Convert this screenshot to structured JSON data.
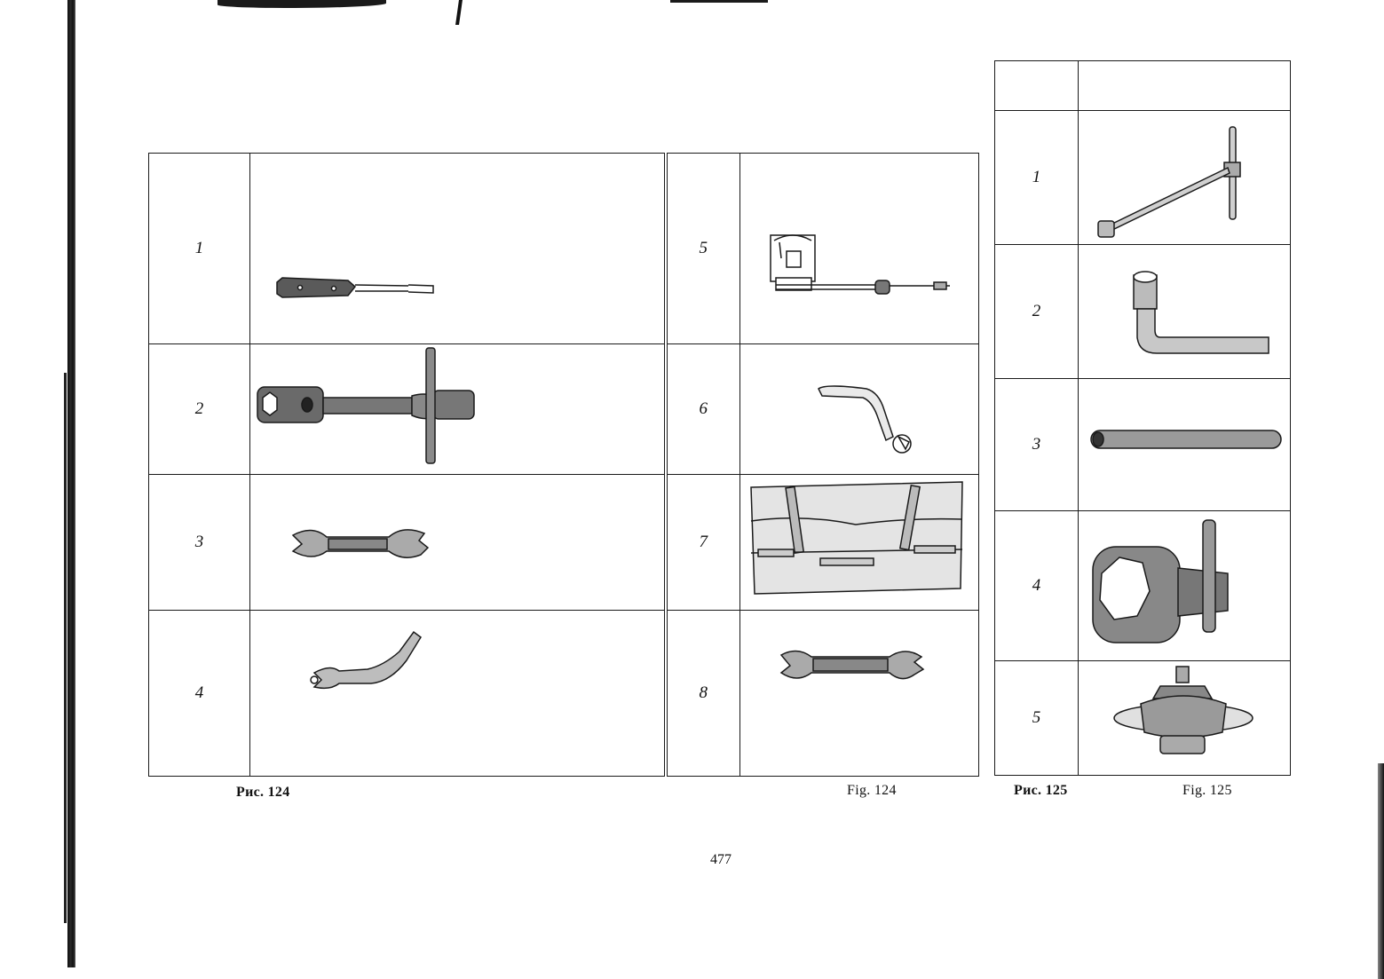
{
  "fig124": {
    "rows_left": [
      {
        "num": "1",
        "icon": "screwdriver-icon"
      },
      {
        "num": "2",
        "icon": "t-handle-socket-wrench-icon"
      },
      {
        "num": "3",
        "icon": "double-open-end-wrench-icon"
      },
      {
        "num": "4",
        "icon": "bent-open-end-wrench-icon"
      }
    ],
    "rows_right": [
      {
        "num": "5",
        "icon": "tire-pressure-gauge-icon"
      },
      {
        "num": "6",
        "icon": "cranked-spoke-wrench-icon"
      },
      {
        "num": "7",
        "icon": "tool-bag-icon"
      },
      {
        "num": "8",
        "icon": "double-open-end-wrench-icon"
      }
    ],
    "caption_ru": "Рис. 124",
    "caption_en": "Fig. 124"
  },
  "fig125": {
    "rows": [
      {
        "num": "1",
        "icon": "t-bar-box-wrench-icon"
      },
      {
        "num": "2",
        "icon": "l-shaped-hex-key-icon"
      },
      {
        "num": "3",
        "icon": "tommy-bar-icon"
      },
      {
        "num": "4",
        "icon": "hex-socket-wrench-icon"
      },
      {
        "num": "5",
        "icon": "spark-plug-wrench-icon"
      }
    ],
    "caption_ru": "Рис. 125",
    "caption_en": "Fig. 125"
  },
  "page_number": "477",
  "colors": {
    "ink": "#1a1a1a",
    "paper": "#ffffff"
  }
}
